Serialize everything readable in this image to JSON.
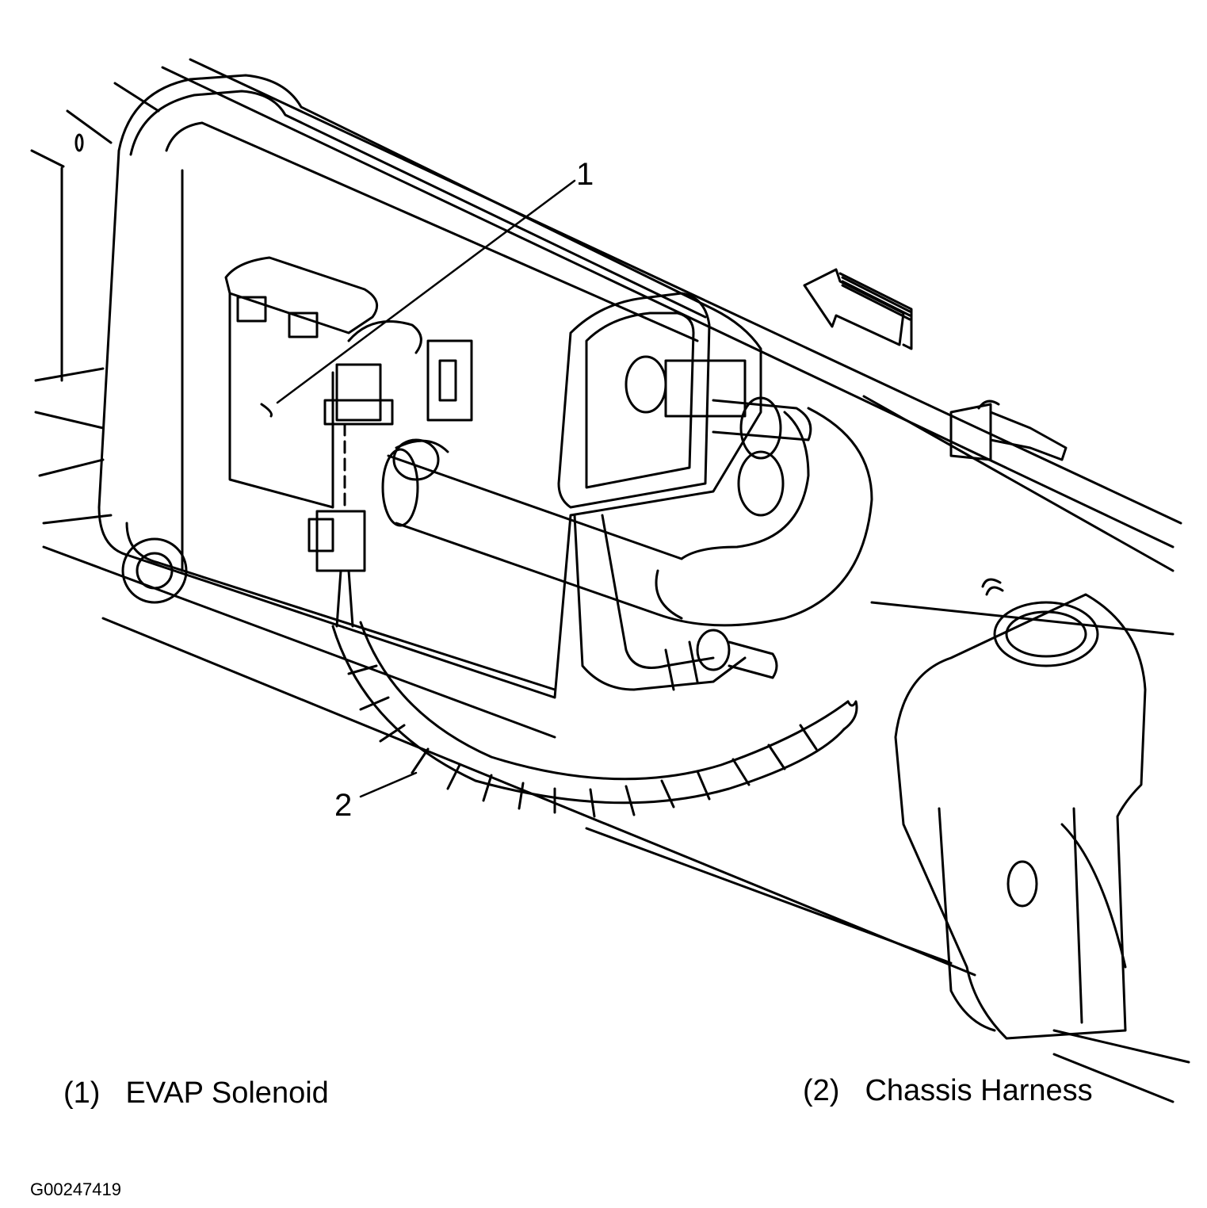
{
  "callouts": [
    {
      "number": "1"
    },
    {
      "number": "2"
    }
  ],
  "legend": [
    {
      "number": "(1)",
      "label": "EVAP Solenoid"
    },
    {
      "number": "(2)",
      "label": "Chassis Harness"
    }
  ],
  "figure_id": "G00247419",
  "colors": {
    "line": "#000000",
    "background": "#ffffff"
  }
}
